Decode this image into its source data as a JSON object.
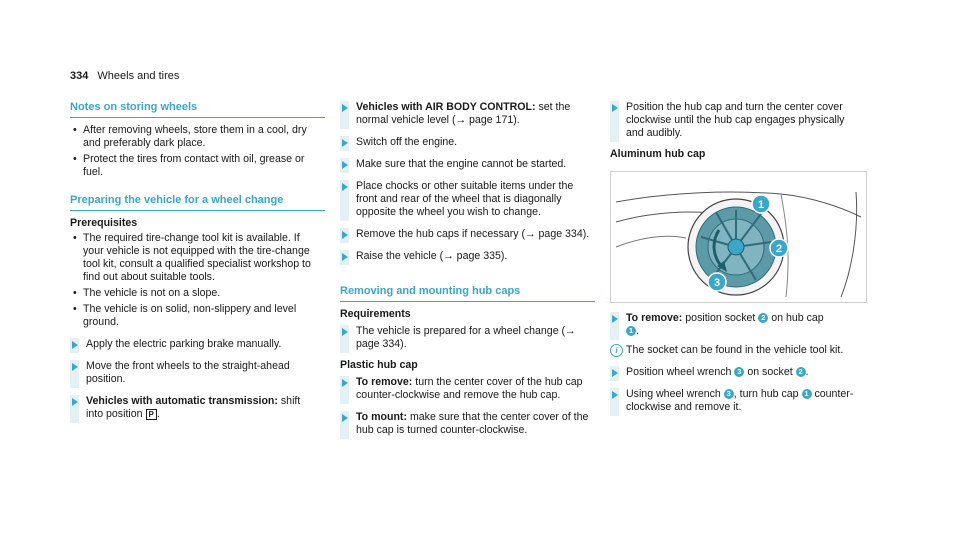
{
  "header": {
    "page_number": "334",
    "section": "Wheels and tires"
  },
  "col1": {
    "notes_heading": "Notes on storing wheels",
    "notes_bullets": [
      "After removing wheels, store them in a cool, dry and preferably dark place.",
      "Protect the tires from contact with oil, grease or fuel."
    ],
    "preparing_heading": "Preparing the vehicle for a wheel change",
    "prereq_label": "Prerequisites",
    "prereq_bullets": [
      "The required tire-change tool kit is available. If your vehicle is not equipped with the tire-change tool kit, consult a qualified specialist workshop to find out about suitable tools.",
      "The vehicle is not on a slope.",
      "The vehicle is on solid, non-slippery and level ground."
    ],
    "step1": "Apply the electric parking brake manually.",
    "step2": "Move the front wheels to the straight-ahead position.",
    "step3_bold": "Vehicles with automatic transmission:",
    "step3_text": "shift into position",
    "step3_symbol": "P",
    "step3_end": "."
  },
  "col2": {
    "step1_bold": "Vehicles with AIR BODY CONTROL:",
    "step1_text": "set the normal vehicle level (→ page 171).",
    "step2": "Switch off the engine.",
    "step3": "Make sure that the engine cannot be started.",
    "step4": "Place chocks or other suitable items under the front and rear of the wheel that is diagonally opposite the wheel you wish to change.",
    "step5": "Remove the hub caps if necessary (→ page 334).",
    "step6": "Raise the vehicle (→ page 335).",
    "hub_heading": "Removing and mounting hub caps",
    "requirements_label": "Requirements",
    "req_step": "The vehicle is prepared for a wheel change (→ page 334).",
    "plastic_label": "Plastic hub cap",
    "remove_bold": "To remove:",
    "remove_text": "turn the center cover of the hub cap counter-clockwise and remove the hub cap.",
    "mount_bold": "To mount:",
    "mount_text": "make sure that the center cover of the hub cap is turned counter-clockwise."
  },
  "col3": {
    "step_position": "Position the hub cap and turn the center cover clockwise until the hub cap engages physically and audibly.",
    "aluminum_label": "Aluminum hub cap",
    "remove_bold": "To remove:",
    "remove_text1": "position socket",
    "remove_text2": "on hub cap",
    "note_text": "The socket can be found in the vehicle tool kit.",
    "pos_text1": "Position wheel wrench",
    "pos_text2": "on socket",
    "using_text1": "Using wheel wrench",
    "using_text2": ", turn hub cap",
    "using_text3": "counter-clockwise and remove it.",
    "num1": "1",
    "num2": "2",
    "num3": "3",
    "colors": {
      "accent": "#3aa6c9"
    }
  }
}
